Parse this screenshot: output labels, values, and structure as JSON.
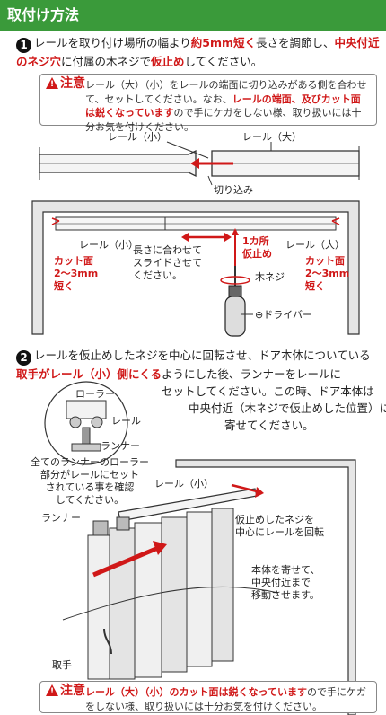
{
  "header": {
    "title": "取付け方法"
  },
  "step1": {
    "number": "1",
    "text_a": "レールを取り付け場所の幅より",
    "text_b": "約5mm短く",
    "text_c": "長さを調節し、",
    "text_d": "中央付近のネジ穴",
    "text_e": "に付属の木ネジで",
    "text_f": "仮止め",
    "text_g": "してください。"
  },
  "caution1": {
    "tag": "注意",
    "text_a": "レール（大）（小）をレールの端面に切り込みがある側を合わせて、セットしてください。なお、",
    "text_b": "レールの端面、及びカット面は鋭くなっています",
    "text_c": "ので手にケガをしない様、取り扱いには十分お気を付けください。"
  },
  "diagram1": {
    "rail_small": "レール（小）",
    "rail_large": "レール（大）",
    "notch": "切り込み"
  },
  "diagram2": {
    "rail_small": "レール（小）",
    "rail_large": "レール（大）",
    "slide_note": "長さに合わせて\nスライドさせて\nください。",
    "screw_point": "1カ所\n仮止め",
    "wood_screw": "木ネジ",
    "driver": "⊕ドライバー",
    "cut_left": "カット面\n2～3mm\n短く",
    "cut_right": "カット面\n2～3mm\n短く"
  },
  "step2": {
    "number": "2",
    "line1": "レールを仮止めしたネジを中心に回転させ、ドア本体についている",
    "line2_red": "取手がレール（小）側にくる",
    "line2_rest": "ようにした後、ランナーをレールに",
    "line3": "セットしてください。この時、ドア本体は",
    "line4": "中央付近（木ネジで仮止めした位置）に",
    "line5": "寄せてください。"
  },
  "diagram3": {
    "roller": "ローラー",
    "rail": "レール",
    "runner": "ランナー",
    "check_note": "全てのランナーのローラー\n部分がレールにセット\nされている事を確認\nしてください。",
    "rail_small": "レール（小）",
    "runner_label": "ランナー",
    "rotate_note": "仮止めしたネジを\n中心にレールを回転",
    "body_note": "本体を寄せて、\n中央付近まで\n移動させます。",
    "handle": "取手"
  },
  "caution2": {
    "tag": "注意",
    "text_a": "レール（大）（小）のカット面は鋭くなっています",
    "text_b": "ので手にケガをしない様、取り扱いには十分お気を付けください。"
  },
  "colors": {
    "header_bg": "#3a9a3a",
    "accent_red": "#d01818"
  }
}
